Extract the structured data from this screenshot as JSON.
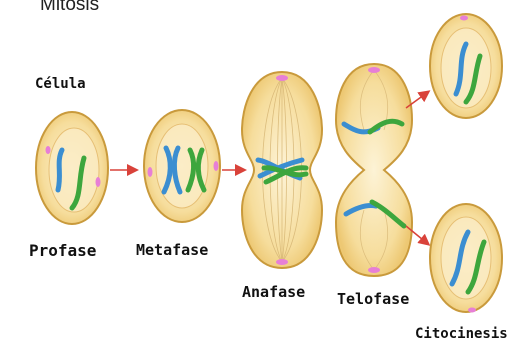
{
  "title": "Mitosis",
  "labels": {
    "cell": "Célula",
    "prophase": "Profase",
    "metaphase": "Metafase",
    "anaphase": "Anafase",
    "telophase": "Telofase",
    "cytokinesis": "Citocinesis"
  },
  "colors": {
    "cell_fill": "#f6dd9c",
    "cell_inner": "#fbecc4",
    "cell_outline": "#c99a3c",
    "chromosome_blue": "#3b8ed1",
    "chromosome_green": "#3da63d",
    "centrosome_pink": "#e77fd6",
    "arrow_red": "#d9423a"
  }
}
